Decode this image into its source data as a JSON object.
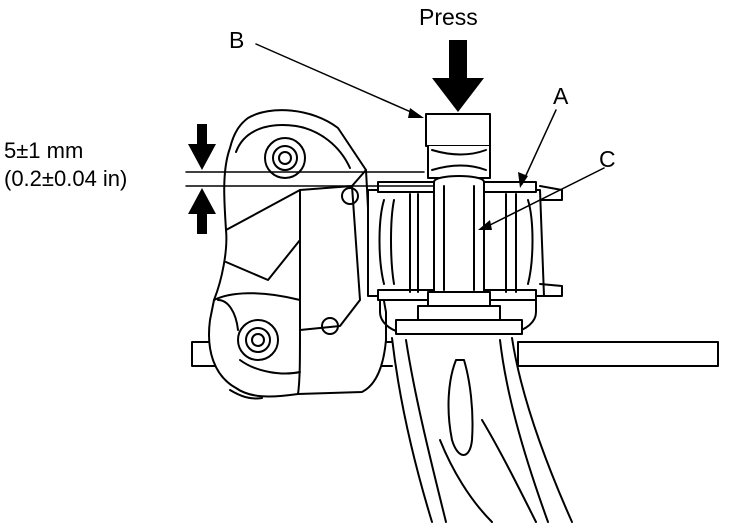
{
  "labels": {
    "press": "Press",
    "b": "B",
    "a": "A",
    "c": "C",
    "dimension_mm": "5±1 mm",
    "dimension_in": "(0.2±0.04 in)"
  },
  "colors": {
    "line": "#000000",
    "background": "#ffffff"
  },
  "icons": {
    "press_arrow": "arrow-down-icon",
    "gap_arrow_top": "arrow-down-icon",
    "gap_arrow_bottom": "arrow-up-icon"
  }
}
